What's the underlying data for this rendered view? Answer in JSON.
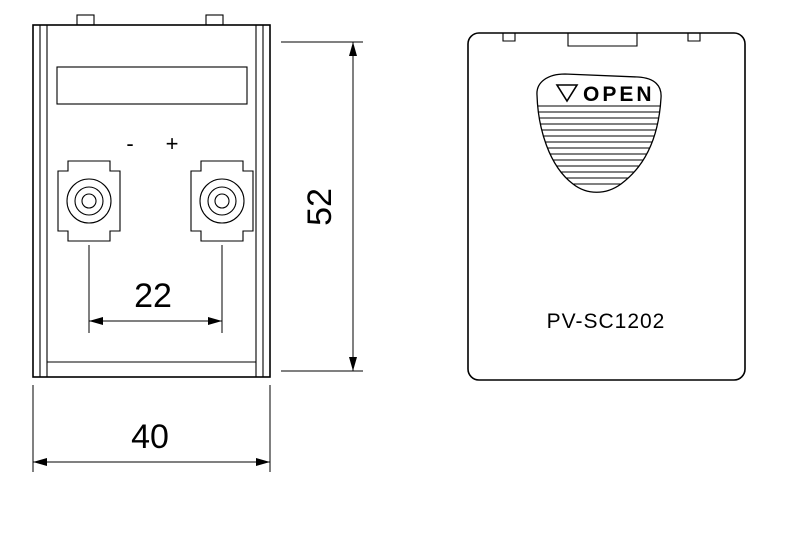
{
  "meta": {
    "type": "technical-drawing",
    "line_color": "#000000",
    "background": "#ffffff"
  },
  "front_view": {
    "polarity": {
      "negative": "-",
      "positive": "+"
    },
    "dimensions": {
      "terminal_spacing": "22",
      "body_height": "52",
      "body_width": "40"
    }
  },
  "side_view": {
    "open_label": "OPEN",
    "model_label": "PV-SC1202"
  }
}
